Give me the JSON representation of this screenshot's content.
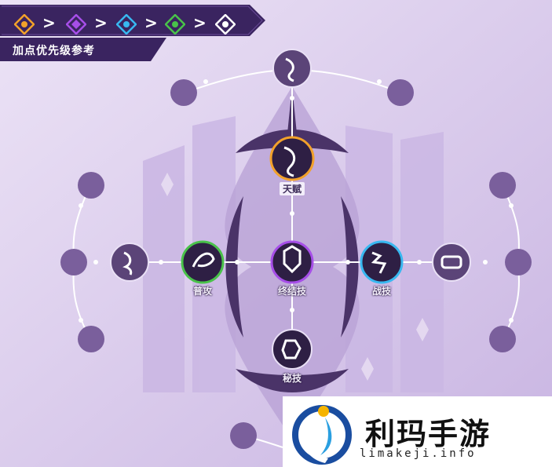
{
  "priority": {
    "title": "加点优先级参考",
    "separator": ">",
    "gems": [
      {
        "icon": "orange-diamond-icon",
        "color": "#f2a12a"
      },
      {
        "icon": "purple-diamond-icon",
        "color": "#a64ee8"
      },
      {
        "icon": "blue-diamond-icon",
        "color": "#38b8f0"
      },
      {
        "icon": "green-diamond-icon",
        "color": "#49c24a"
      },
      {
        "icon": "white-diamond-icon",
        "color": "#ffffff"
      }
    ]
  },
  "skills": {
    "talent": "天赋",
    "basic_attack": "普攻",
    "ultimate": "终结技",
    "skill": "战技",
    "technique": "秘技"
  },
  "watermark": {
    "title": "利玛手游",
    "url": "limakeji.info"
  },
  "colors": {
    "background": "#d8c8ec",
    "node_dark": "#4a3368",
    "talent_ring": "#f2a12a",
    "basic_ring": "#49c24a",
    "ultimate_ring": "#a64ee8",
    "skill_ring": "#38b8f0"
  }
}
